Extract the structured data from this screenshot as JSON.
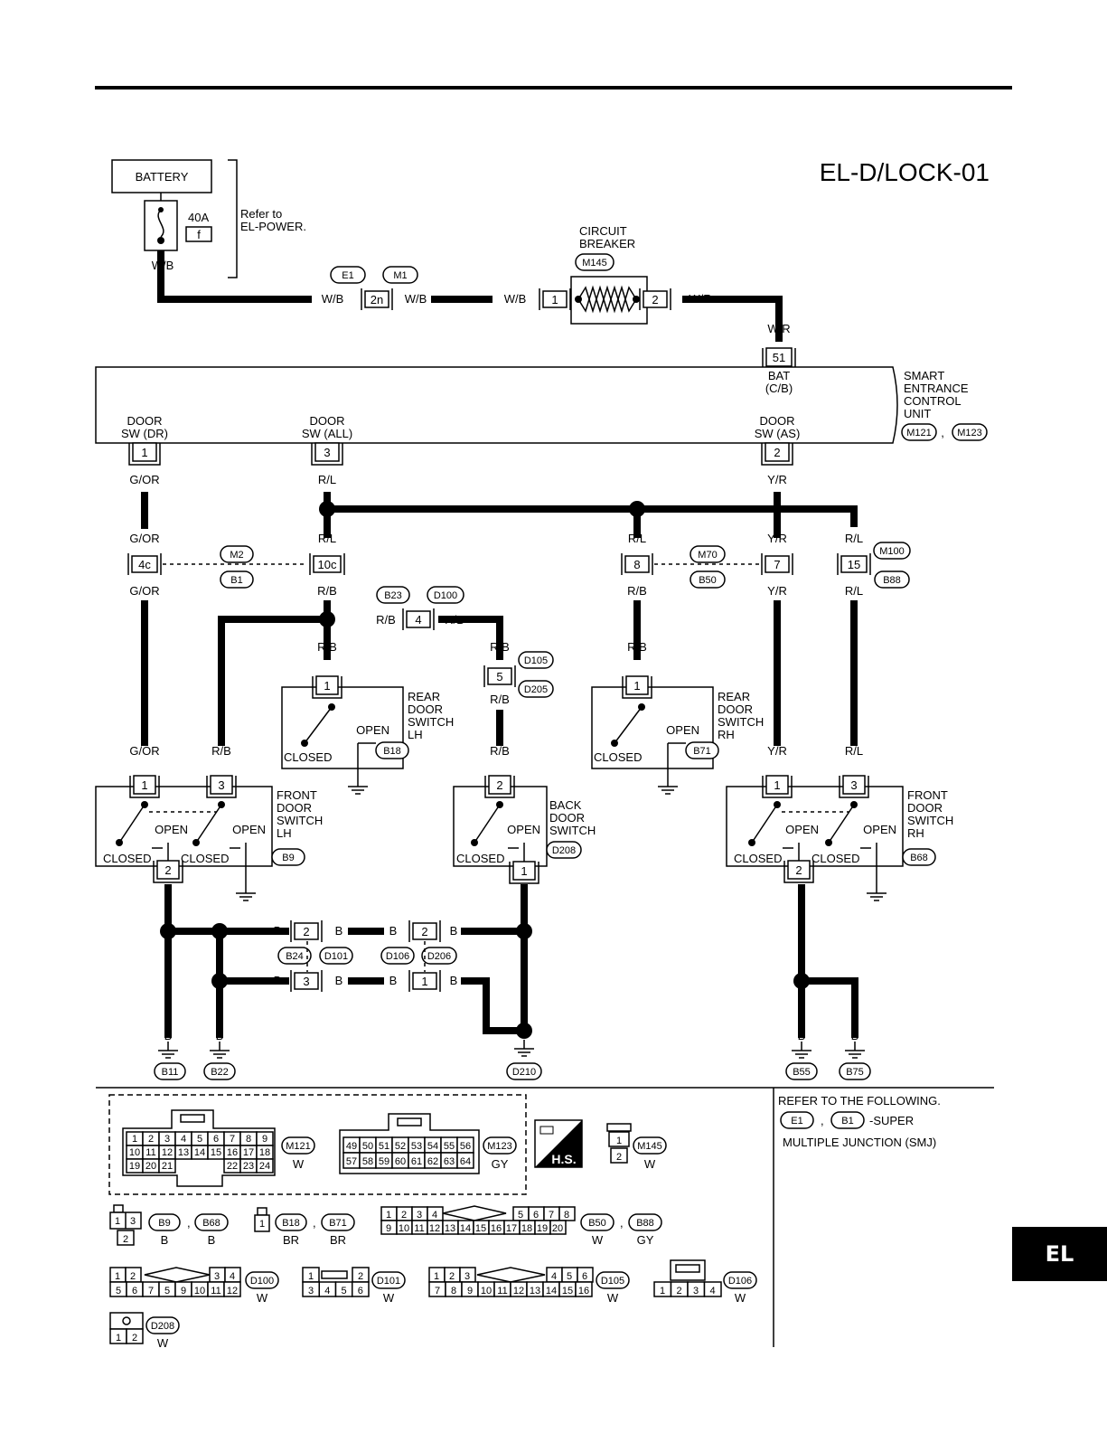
{
  "page": {
    "code": "EL-D/LOCK-01",
    "section_tab": "EL"
  },
  "power": {
    "battery_label": "BATTERY",
    "fuse_rating": "40A",
    "fuse_id": "f",
    "refer": [
      "Refer to",
      "EL-POWER."
    ],
    "breaker_label": [
      "CIRCUIT",
      "BREAKER"
    ],
    "breaker_connector": "M145"
  },
  "unit": {
    "name": [
      "SMART",
      "ENTRANCE",
      "CONTROL",
      "UNIT"
    ],
    "connectors": [
      "M121",
      "M123"
    ],
    "bat_terminal": [
      "BAT",
      "(C/B)"
    ],
    "door_sw_dr": [
      "DOOR",
      "SW (DR)"
    ],
    "door_sw_all": [
      "DOOR",
      "SW (ALL)"
    ],
    "door_sw_as": [
      "DOOR",
      "SW (AS)"
    ]
  },
  "wire_colors": {
    "wb": "W/B",
    "wr": "W/R",
    "gor": "G/OR",
    "rl": "R/L",
    "yr": "Y/R",
    "rb": "R/B",
    "b": "B"
  },
  "pins": {
    "p1": "1",
    "p2": "2",
    "p3": "3",
    "p4": "4",
    "p5": "5",
    "p7": "7",
    "p8": "8",
    "p15": "15",
    "p51": "51",
    "p2n": "2n",
    "p4c": "4c",
    "p10c": "10c"
  },
  "connectors": {
    "E1": "E1",
    "M1": "M1",
    "M2": "M2",
    "B1": "B1",
    "M70": "M70",
    "B50": "B50",
    "M100": "M100",
    "B88": "B88",
    "B23": "B23",
    "D100": "D100",
    "D105": "D105",
    "D205": "D205",
    "B18": "B18",
    "B71": "B71",
    "B9": "B9",
    "D208": "D208",
    "B68": "B68",
    "B24": "B24",
    "D101": "D101",
    "D106": "D106",
    "D206": "D206",
    "B11": "B11",
    "B22": "B22",
    "D210": "D210",
    "B55": "B55",
    "B75": "B75",
    "M121": "M121",
    "M123": "M123",
    "M145": "M145"
  },
  "switches": {
    "rear_lh": [
      "REAR",
      "DOOR",
      "SWITCH",
      "LH"
    ],
    "rear_rh": [
      "REAR",
      "DOOR",
      "SWITCH",
      "RH"
    ],
    "front_lh": [
      "FRONT",
      "DOOR",
      "SWITCH",
      "LH"
    ],
    "front_rh": [
      "FRONT",
      "DOOR",
      "SWITCH",
      "RH"
    ],
    "back": [
      "BACK",
      "DOOR",
      "SWITCH"
    ],
    "open": "OPEN",
    "closed": "CLOSED"
  },
  "legend": {
    "refer_title": "REFER TO THE FOLLOWING.",
    "refer_e1": "E1",
    "refer_b1": "B1",
    "refer_super": "-SUPER",
    "refer_smj": "MULTIPLE JUNCTION (SMJ)",
    "hs_label": "H.S.",
    "m121_color": "W",
    "m123_color": "GY",
    "m145_color": "W",
    "b9_color": "B",
    "b68_color": "B",
    "b18_color": "BR",
    "b71_color": "BR",
    "b50_color": "W",
    "b88_color": "GY",
    "d100_color": "W",
    "d101_color": "W",
    "d105_color": "W",
    "d106_color": "W",
    "d208_color": "W",
    "m121_pins": [
      [
        "1",
        "2",
        "3",
        "4",
        "5",
        "6",
        "7",
        "8",
        "9"
      ],
      [
        "10",
        "11",
        "12",
        "13",
        "14",
        "15",
        "16",
        "17",
        "18"
      ],
      [
        "19",
        "20",
        "21",
        "",
        "",
        "",
        "22",
        "23",
        "24"
      ]
    ],
    "m123_pins": [
      [
        "49",
        "50",
        "51",
        "52",
        "53",
        "54",
        "55",
        "56"
      ],
      [
        "57",
        "58",
        "59",
        "60",
        "61",
        "62",
        "63",
        "64"
      ]
    ],
    "b50_pins": [
      [
        "1",
        "2",
        "3",
        "4",
        "",
        "5",
        "6",
        "7",
        "8"
      ],
      [
        "9",
        "10",
        "11",
        "12",
        "13",
        "14",
        "15",
        "16",
        "17",
        "18",
        "19",
        "20"
      ]
    ],
    "d100_pins": [
      [
        "1",
        "2",
        "",
        "3",
        "4"
      ],
      [
        "5",
        "6",
        "7",
        "5",
        "9",
        "10",
        "11",
        "12"
      ]
    ],
    "d101_pins": [
      [
        "1",
        "",
        "2"
      ],
      [
        "3",
        "4",
        "5",
        "6"
      ]
    ],
    "d105_pins": [
      [
        "1",
        "2",
        "3",
        "",
        "4",
        "5",
        "6"
      ],
      [
        "7",
        "8",
        "9",
        "10",
        "11",
        "12",
        "13",
        "14",
        "15",
        "16"
      ]
    ],
    "d106_pins": [
      "1",
      "2",
      "3",
      "4"
    ]
  }
}
